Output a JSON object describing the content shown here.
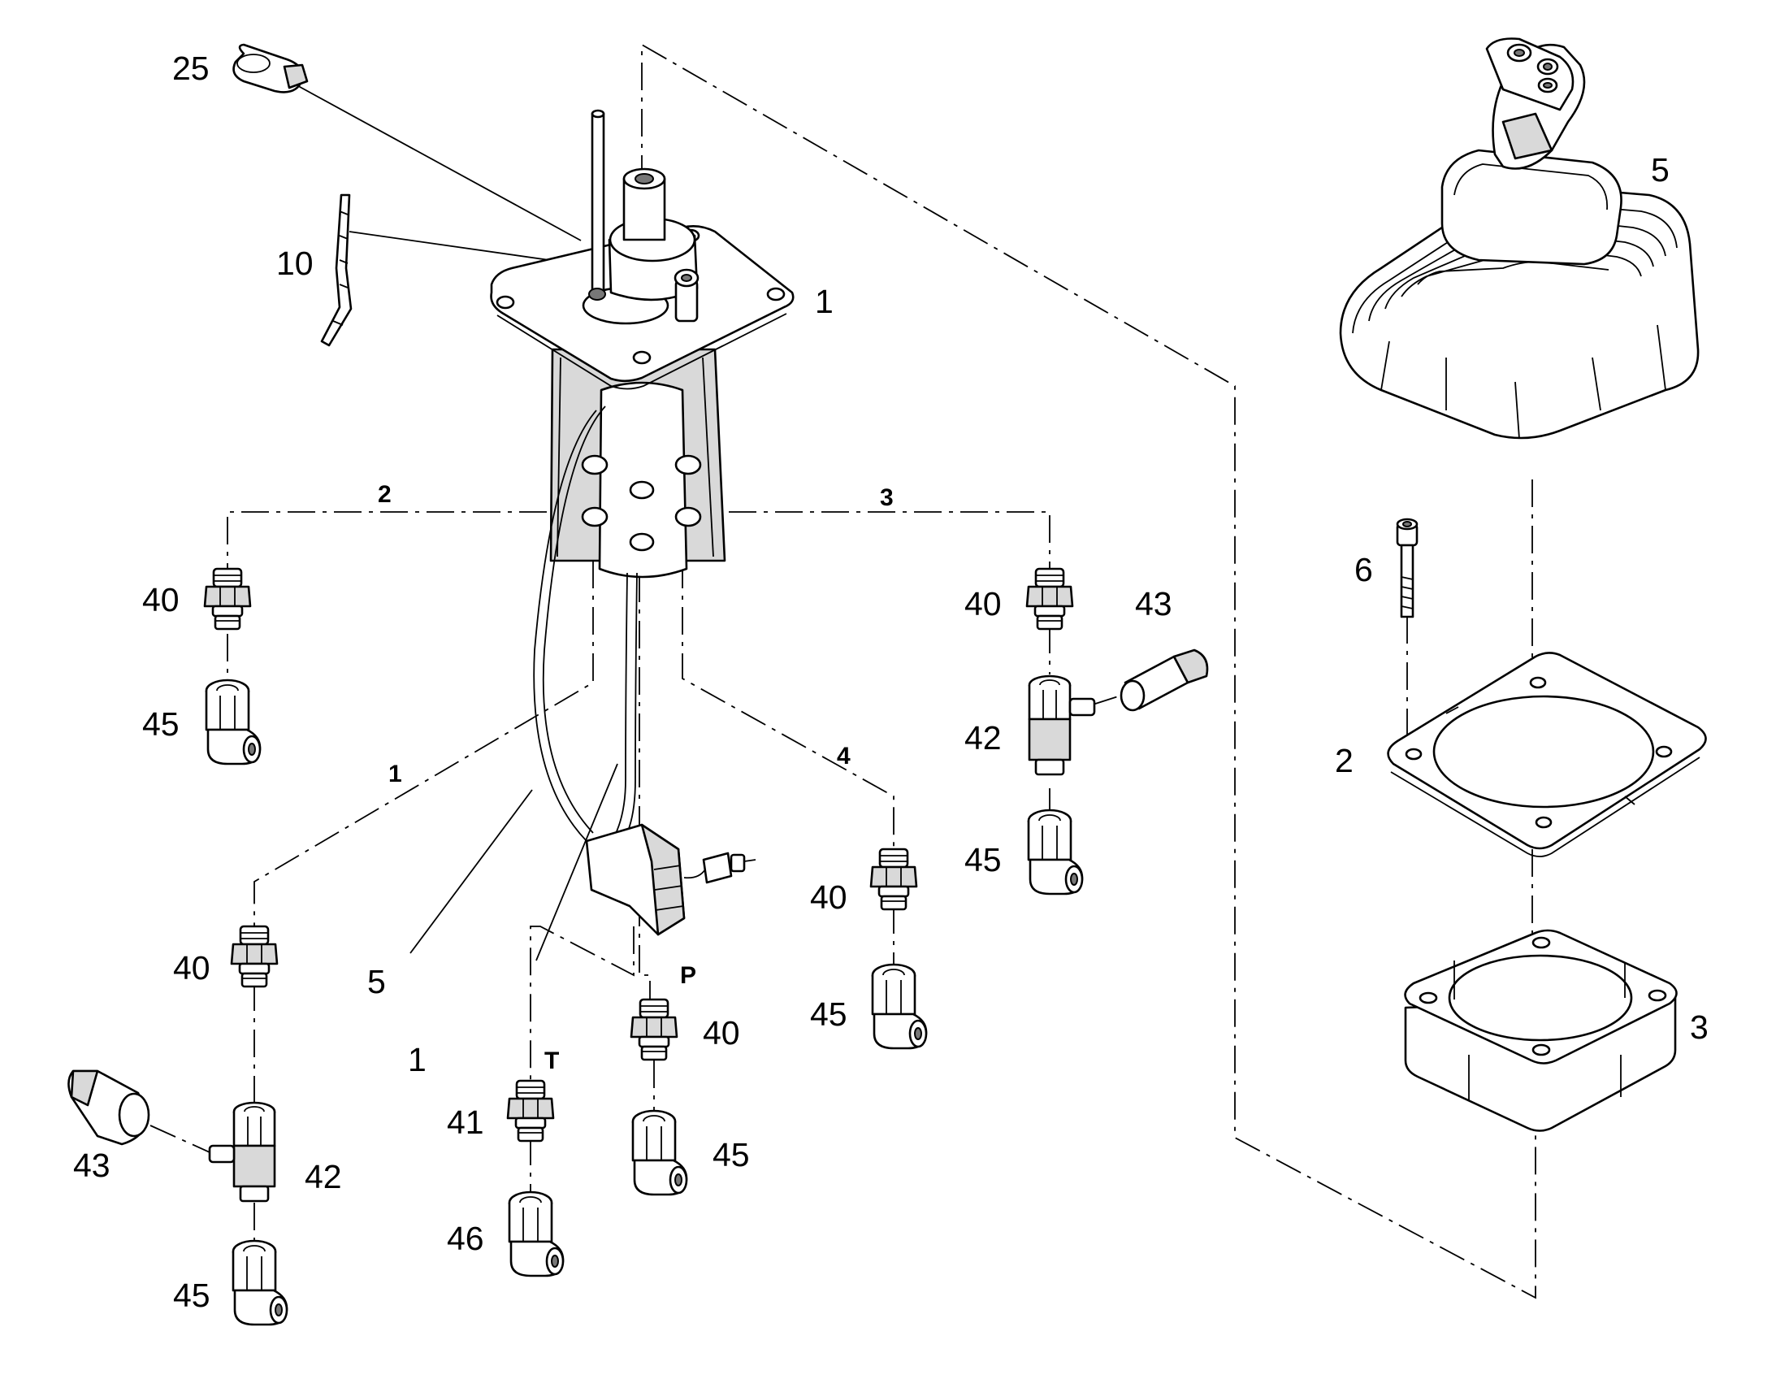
{
  "callouts": [
    {
      "id": "c25",
      "text": "25"
    },
    {
      "id": "c10",
      "text": "10"
    },
    {
      "id": "c1a",
      "text": "1"
    },
    {
      "id": "c5a",
      "text": "5"
    },
    {
      "id": "c6",
      "text": "6"
    },
    {
      "id": "c2a",
      "text": "2"
    },
    {
      "id": "c3a",
      "text": "3"
    },
    {
      "id": "c40a",
      "text": "40"
    },
    {
      "id": "c45a",
      "text": "45"
    },
    {
      "id": "c40b",
      "text": "40"
    },
    {
      "id": "c43a",
      "text": "43"
    },
    {
      "id": "c42a",
      "text": "42"
    },
    {
      "id": "c45b",
      "text": "45"
    },
    {
      "id": "c40c",
      "text": "40"
    },
    {
      "id": "c45c",
      "text": "45"
    },
    {
      "id": "c40d",
      "text": "40"
    },
    {
      "id": "c43b",
      "text": "43"
    },
    {
      "id": "c42b",
      "text": "42"
    },
    {
      "id": "c45d",
      "text": "45"
    },
    {
      "id": "c5b",
      "text": "5"
    },
    {
      "id": "c1b",
      "text": "1"
    },
    {
      "id": "c40e",
      "text": "40"
    },
    {
      "id": "c45e",
      "text": "45"
    },
    {
      "id": "c41",
      "text": "41"
    },
    {
      "id": "c46",
      "text": "46"
    }
  ],
  "port_labels": [
    {
      "id": "p2",
      "text": "2"
    },
    {
      "id": "p3",
      "text": "3"
    },
    {
      "id": "p1",
      "text": "1"
    },
    {
      "id": "p4",
      "text": "4"
    },
    {
      "id": "pP",
      "text": "P"
    },
    {
      "id": "pT",
      "text": "T"
    }
  ]
}
